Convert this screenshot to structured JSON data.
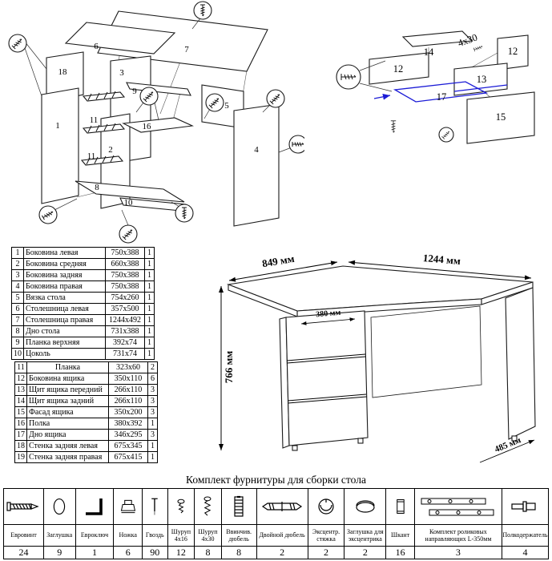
{
  "exploded_main": {
    "labels": {
      "p1": "1",
      "p2": "2",
      "p3": "3",
      "p4": "4",
      "p5": "5",
      "p6": "6",
      "p7": "7",
      "p8": "8",
      "p9": "9",
      "p10": "10",
      "p11a": "11",
      "p11b": "11",
      "p16": "16",
      "p18": "18"
    }
  },
  "exploded_drawer": {
    "labels": {
      "p12a": "12",
      "p12b": "12",
      "p13": "13",
      "p14": "14",
      "p15": "15",
      "p17": "17"
    },
    "screw_note": "4х30"
  },
  "parts_table": {
    "block1": [
      {
        "num": "1",
        "name": "Боковина левая",
        "size": "750x388",
        "qty": "1"
      },
      {
        "num": "2",
        "name": "Боковина средняя",
        "size": "660x388",
        "qty": "1"
      },
      {
        "num": "3",
        "name": "Боковина задняя",
        "size": "750x388",
        "qty": "1"
      },
      {
        "num": "4",
        "name": "Боковина правая",
        "size": "750x388",
        "qty": "1"
      },
      {
        "num": "5",
        "name": "Вязка стола",
        "size": "754x260",
        "qty": "1"
      },
      {
        "num": "6",
        "name": "Столешница левая",
        "size": "357x500",
        "qty": "1"
      },
      {
        "num": "7",
        "name": "Столешница правая",
        "size": "1244x492",
        "qty": "1"
      },
      {
        "num": "8",
        "name": "Дно стола",
        "size": "731x388",
        "qty": "1"
      },
      {
        "num": "9",
        "name": "Планка верхняя",
        "size": "392x74",
        "qty": "1"
      },
      {
        "num": "10",
        "name": "Цоколь",
        "size": "731x74",
        "qty": "1"
      }
    ],
    "block2": [
      {
        "num": "11",
        "name": "Планка",
        "size": "323x60",
        "qty": "2",
        "centered": true
      },
      {
        "num": "12",
        "name": "Боковина ящика",
        "size": "350x110",
        "qty": "6"
      },
      {
        "num": "13",
        "name": "Щит ящика передний",
        "size": "266x110",
        "qty": "3"
      },
      {
        "num": "14",
        "name": "Щит ящика задний",
        "size": "266x110",
        "qty": "3"
      },
      {
        "num": "15",
        "name": "Фасад ящика",
        "size": "350x200",
        "qty": "3"
      },
      {
        "num": "16",
        "name": "Полка",
        "size": "380x392",
        "qty": "1"
      },
      {
        "num": "17",
        "name": "Дно ящика",
        "size": "346x295",
        "qty": "3"
      },
      {
        "num": "18",
        "name": "Стенка задняя левая",
        "size": "675x345",
        "qty": "1"
      },
      {
        "num": "19",
        "name": "Стенка задняя правая",
        "size": "675x415",
        "qty": "1"
      }
    ]
  },
  "dimension_drawing": {
    "width_left": "849 мм",
    "width_right": "1244 мм",
    "height": "766 мм",
    "drawer_width": "380 мм",
    "depth_right": "485 мм"
  },
  "hardware": {
    "title": "Комплект фурнитуры для сборки стола",
    "items": [
      {
        "name": "Евровинт",
        "qty": "24",
        "icon": "euro-screw-icon"
      },
      {
        "name": "Заглушка",
        "qty": "9",
        "icon": "cap-icon"
      },
      {
        "name": "Евроключ",
        "qty": "1",
        "icon": "hex-key-icon"
      },
      {
        "name": "Ножка",
        "qty": "6",
        "icon": "leg-icon"
      },
      {
        "name": "Гвоздь",
        "qty": "90",
        "icon": "nail-icon"
      },
      {
        "name": "Шуруп 4х16",
        "qty": "12",
        "icon": "screw-4x16-icon"
      },
      {
        "name": "Шуруп 4х30",
        "qty": "8",
        "icon": "screw-4x30-icon"
      },
      {
        "name": "Ввинчив. дюбель",
        "qty": "8",
        "icon": "screw-in-dowel-icon"
      },
      {
        "name": "Двойной дюбель",
        "qty": "2",
        "icon": "double-dowel-icon"
      },
      {
        "name": "Эксцентр. стяжка",
        "qty": "2",
        "icon": "eccentric-cam-icon"
      },
      {
        "name": "Заглушка для эксцентрика",
        "qty": "2",
        "icon": "eccentric-cap-icon"
      },
      {
        "name": "Шкант",
        "qty": "16",
        "icon": "dowel-icon"
      },
      {
        "name": "Комплект роликовых направляющих L-350мм",
        "qty": "3",
        "icon": "roller-guides-icon"
      },
      {
        "name": "Полкодержатель",
        "qty": "4",
        "icon": "shelf-pin-icon"
      }
    ]
  }
}
